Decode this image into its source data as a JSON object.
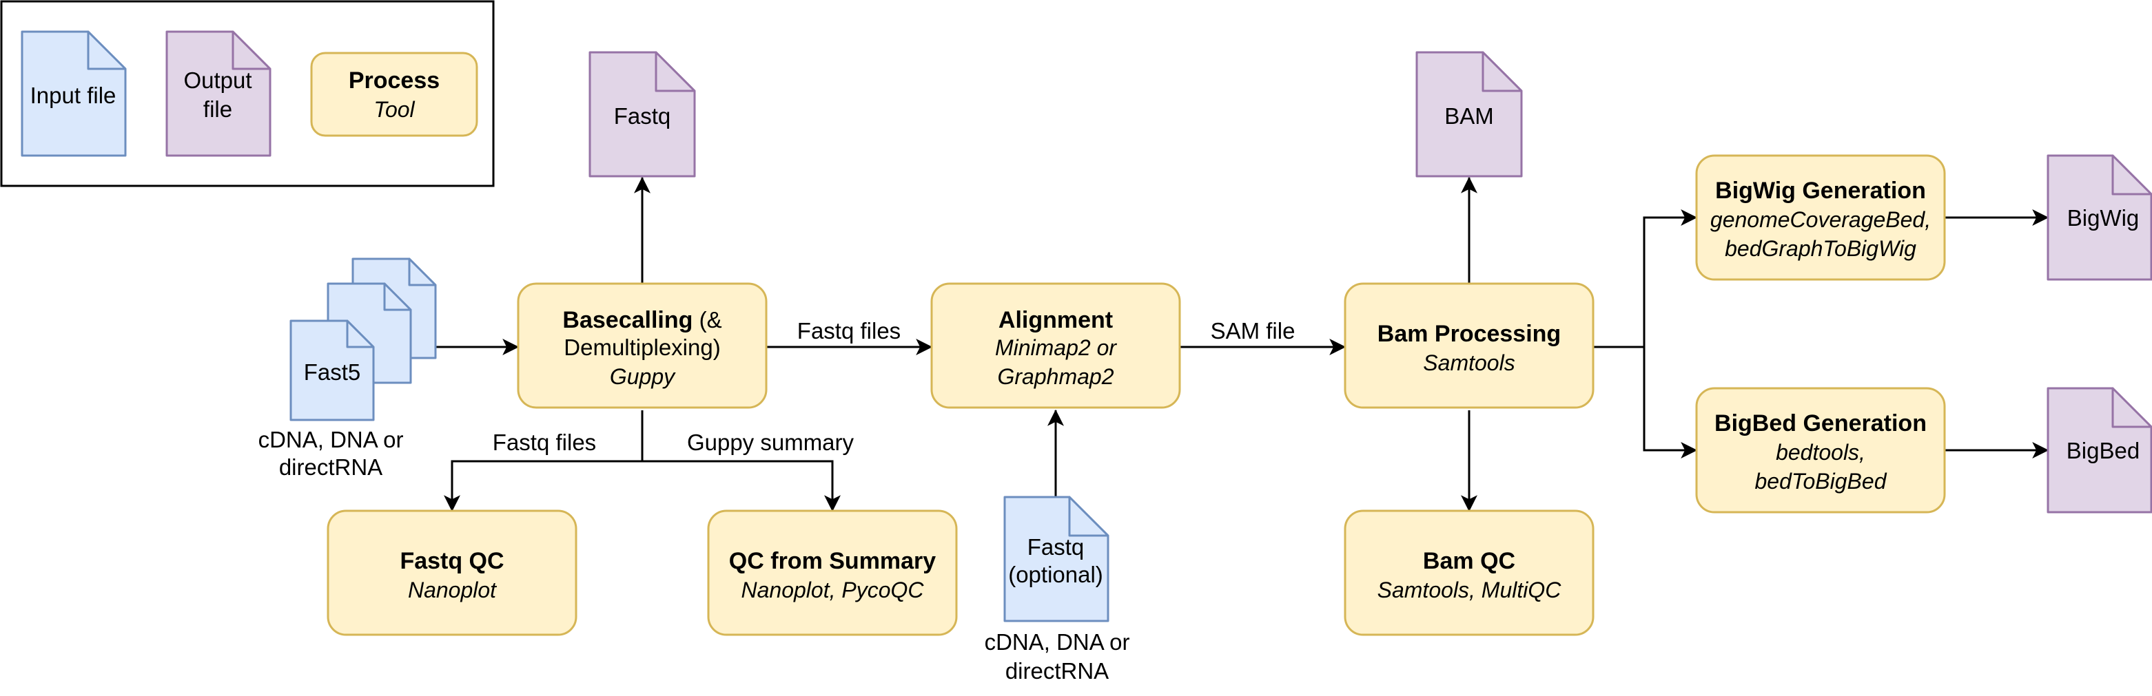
{
  "colors": {
    "input_fill": "#dae8fc",
    "input_stroke": "#6c8ebf",
    "output_fill": "#e1d5e7",
    "output_stroke": "#9673a6",
    "process_fill": "#fff2cc",
    "process_stroke": "#d6b656",
    "edge": "#000000"
  },
  "legend": {
    "input_file": "Input file",
    "output_file": [
      "Output",
      "file"
    ],
    "process": "Process",
    "tool": "Tool"
  },
  "files": {
    "fast5": "Fast5",
    "fast5_caption": [
      "cDNA, DNA or",
      "directRNA"
    ],
    "fastq_out": "Fastq",
    "bam_out": "BAM",
    "fastq_optional": [
      "Fastq",
      "(optional)"
    ],
    "fastq_optional_caption": [
      "cDNA, DNA or",
      "directRNA"
    ],
    "bigwig": "BigWig",
    "bigbed": "BigBed"
  },
  "processes": {
    "basecalling": {
      "title": "Basecalling",
      "suffix": " (&",
      "line2": "Demultiplexing)",
      "tool": "Guppy"
    },
    "alignment": {
      "title": "Alignment",
      "tools": [
        "Minimap2 or",
        "Graphmap2"
      ]
    },
    "bam_processing": {
      "title": "Bam Processing",
      "tool": "Samtools"
    },
    "fastq_qc": {
      "title": "Fastq QC",
      "tool": "Nanoplot"
    },
    "qc_summary": {
      "title": "QC from Summary",
      "tool": "Nanoplot, PycoQC"
    },
    "bam_qc": {
      "title": "Bam QC",
      "tool": "Samtools, MultiQC"
    },
    "bigwig_gen": {
      "title": "BigWig Generation",
      "tools": [
        "genomeCoverageBed,",
        "bedGraphToBigWig"
      ]
    },
    "bigbed_gen": {
      "title": "BigBed Generation",
      "tools": [
        "bedtools,",
        "bedToBigBed"
      ]
    }
  },
  "edges": {
    "fastq_files_1": "Fastq files",
    "sam_file": "SAM file",
    "fastq_files_2": "Fastq files",
    "guppy_summary": "Guppy summary"
  }
}
